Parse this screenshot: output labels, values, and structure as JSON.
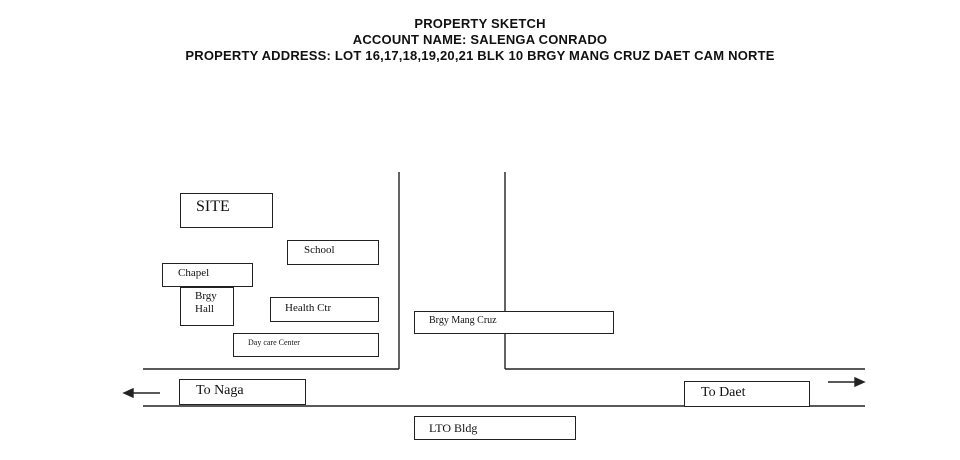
{
  "header": {
    "title": "PROPERTY SKETCH",
    "account": "ACCOUNT NAME: SALENGA CONRADO",
    "address": "PROPERTY ADDRESS: LOT 16,17,18,19,20,21 BLK 10 BRGY MANG CRUZ DAET CAM NORTE"
  },
  "sketch": {
    "site": "SITE",
    "school": "School",
    "chapel": "Chapel",
    "brgy_hall": "Brgy\nHall",
    "health_ctr": "Health Ctr",
    "day_care": "Day care Center",
    "brgy_mang_cruz": "Brgy Mang Cruz",
    "to_naga": "To Naga",
    "to_daet": "To Daet",
    "lto_bldg": "LTO Bldg"
  }
}
